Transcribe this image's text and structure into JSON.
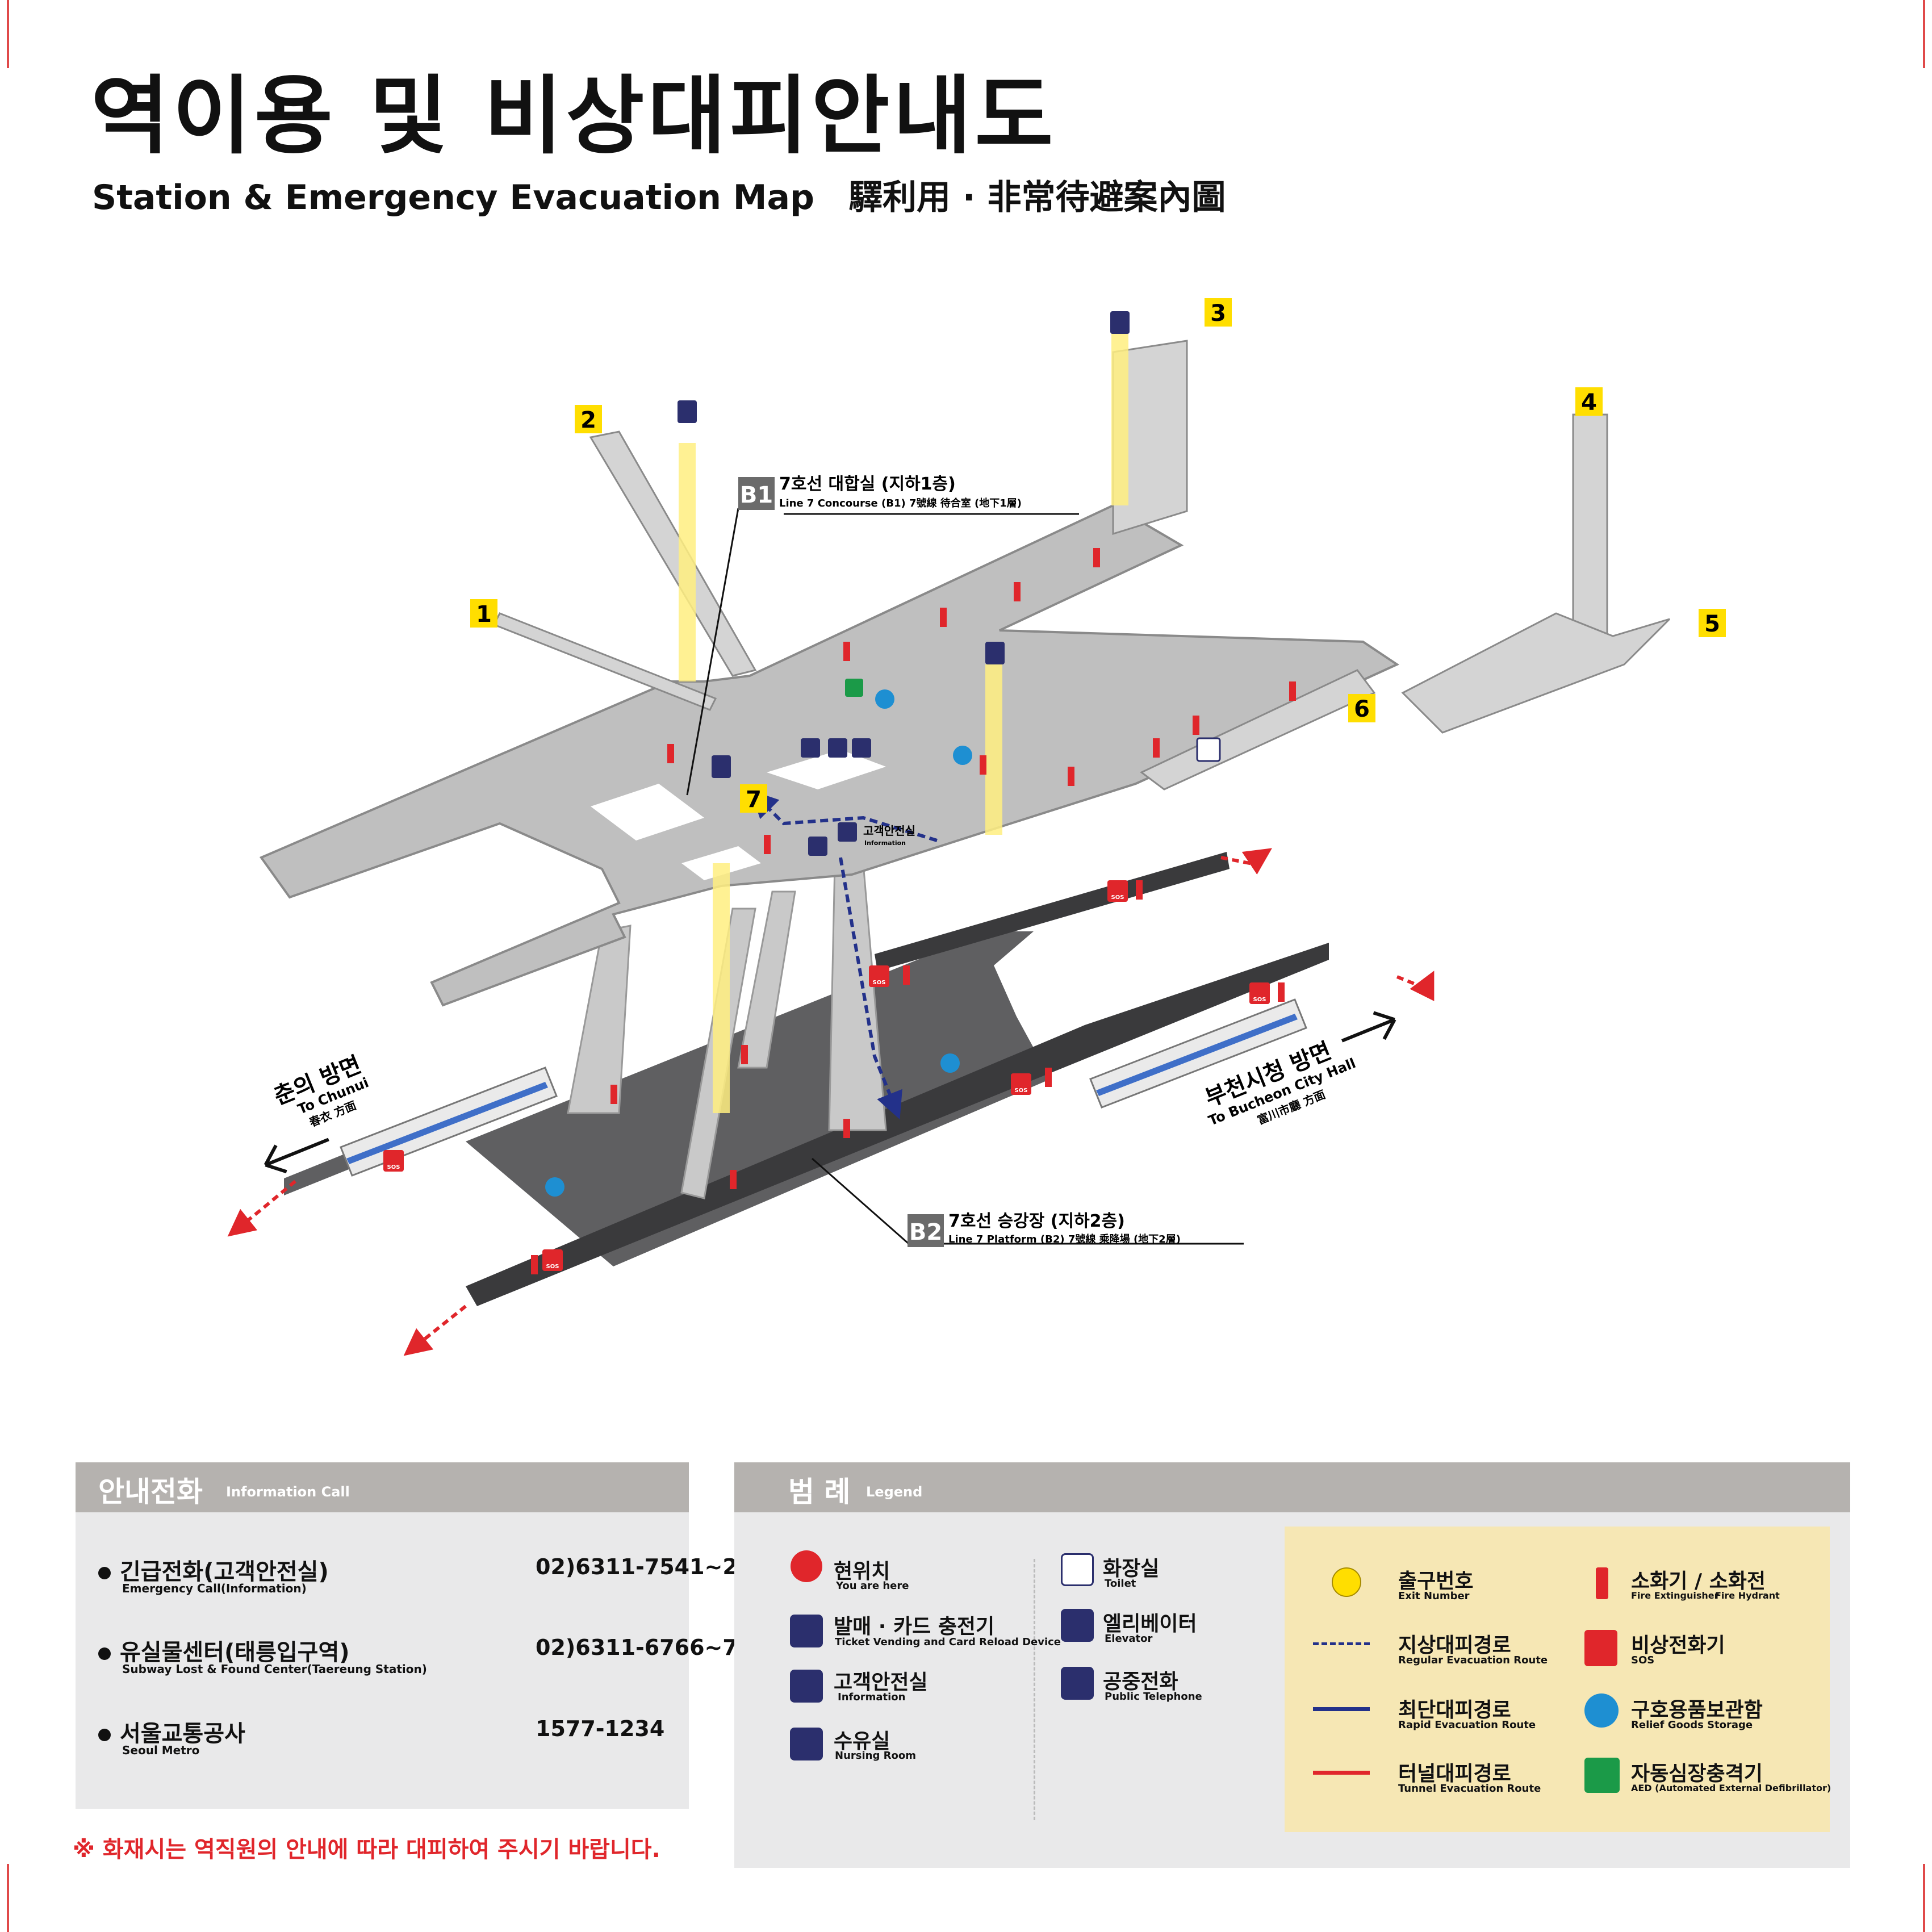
{
  "title": {
    "ko": "역이용 및 비상대피안내도",
    "en": "Station & Emergency Evacuation Map",
    "cjk": "驛利用 · 非常待避案內圖"
  },
  "exits": [
    "1",
    "2",
    "3",
    "4",
    "5",
    "6",
    "7"
  ],
  "levels": {
    "b1": {
      "code": "B1",
      "ko": "7호선 대합실 (지하1층)",
      "en": "Line 7 Concourse (B1) 7號線 待合室 (地下1層)"
    },
    "b2": {
      "code": "B2",
      "ko": "7호선 승강장 (지하2층)",
      "en": "Line 7 Platform (B2) 7號線 乘降場 (地下2層)"
    }
  },
  "info_label": {
    "ko": "고객안전실",
    "en": "Information"
  },
  "directions": {
    "left": {
      "ko": "춘의 방면",
      "en": "To Chunui",
      "cjk": "春衣 方面"
    },
    "right": {
      "ko": "부천시청 방면",
      "en": "To Bucheon City Hall",
      "cjk": "富川市廳 方面"
    }
  },
  "sos_text": "SOS",
  "info_call": {
    "title_ko": "안내전화",
    "title_en": "Information Call",
    "rows": [
      {
        "ko": "긴급전화(고객안전실)",
        "en": "Emergency Call(Information)",
        "number": "02)6311-7541~2"
      },
      {
        "ko": "유실물센터(태릉입구역)",
        "en": "Subway Lost & Found Center(Taereung Station)",
        "number": "02)6311-6766~7"
      },
      {
        "ko": "서울교통공사",
        "en": "Seoul Metro",
        "number": "1577-1234"
      }
    ]
  },
  "warning": "※ 화재시는 역직원의 안내에 따라 대피하여 주시기 바랍니다.",
  "legend": {
    "title_ko": "범 례",
    "title_en": "Legend",
    "col1": [
      {
        "icon": "map-pin-icon",
        "ko": "현위치",
        "en": "You are here"
      },
      {
        "icon": "ticket-machine-icon",
        "ko": "발매 · 카드 충전기",
        "en": "Ticket Vending and Card Reload Device"
      },
      {
        "icon": "information-icon",
        "ko": "고객안전실",
        "en": "Information"
      },
      {
        "icon": "nursing-room-icon",
        "ko": "수유실",
        "en": "Nursing Room"
      }
    ],
    "col2": [
      {
        "icon": "toilet-icon",
        "ko": "화장실",
        "en": "Toilet"
      },
      {
        "icon": "elevator-icon",
        "ko": "엘리베이터",
        "en": "Elevator"
      },
      {
        "icon": "telephone-icon",
        "ko": "공중전화",
        "en": "Public Telephone"
      }
    ],
    "col3": [
      {
        "icon": "exit-number-icon",
        "ko": "출구번호",
        "en": "Exit Number"
      },
      {
        "icon": "regular-evacuation-icon",
        "ko": "지상대피경로",
        "en": "Regular Evacuation Route"
      },
      {
        "icon": "rapid-evacuation-icon",
        "ko": "최단대피경로",
        "en": "Rapid Evacuation Route"
      },
      {
        "icon": "tunnel-evacuation-icon",
        "ko": "터널대피경로",
        "en": "Tunnel Evacuation Route"
      }
    ],
    "col4": [
      {
        "icon": "fire-extinguisher-icon",
        "ko": "소화기 / 소화전",
        "en": "Fire Extinguisher",
        "en2": "Fire Hydrant"
      },
      {
        "icon": "sos-phone-icon",
        "ko": "비상전화기",
        "en": "SOS"
      },
      {
        "icon": "relief-goods-icon",
        "ko": "구호용품보관함",
        "en": "Relief Goods Storage"
      },
      {
        "icon": "aed-icon",
        "ko": "자동심장충격기",
        "en": "AED (Automated External Defibrillator)"
      }
    ]
  },
  "colors": {
    "concourse": "#bfbfbf",
    "platform": "#5f5f61",
    "exit_yellow": "#ffde00",
    "evac_red": "#e0262b",
    "evac_blue": "#23318a",
    "legend_panel": "#f6e7b4"
  }
}
